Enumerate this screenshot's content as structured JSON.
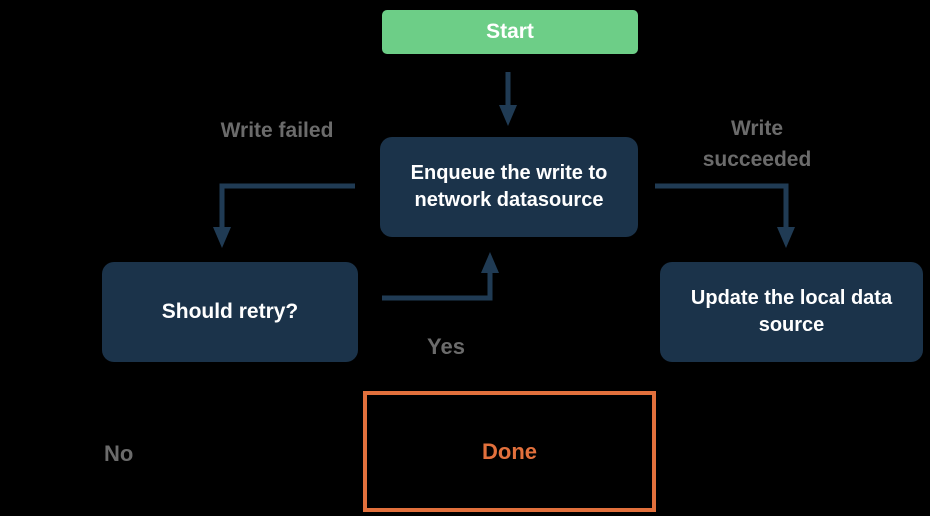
{
  "colors": {
    "background": "#000000",
    "start_fill": "#6DCE87",
    "node_fill": "#1B334A",
    "edge": "#203B54",
    "label_gray": "#6B6B6B",
    "done_accent": "#E2703C",
    "node_text": "#FFFFFF"
  },
  "nodes": {
    "start": {
      "label": "Start"
    },
    "enqueue": {
      "label": "Enqueue the write to network datasource"
    },
    "should_retry": {
      "label": "Should retry?"
    },
    "update_local": {
      "label": "Update the local data source"
    },
    "done": {
      "label": "Done"
    }
  },
  "edge_labels": {
    "write_failed": "Write failed",
    "write_succeeded": "Write succeeded",
    "yes": "Yes",
    "no": "No"
  }
}
